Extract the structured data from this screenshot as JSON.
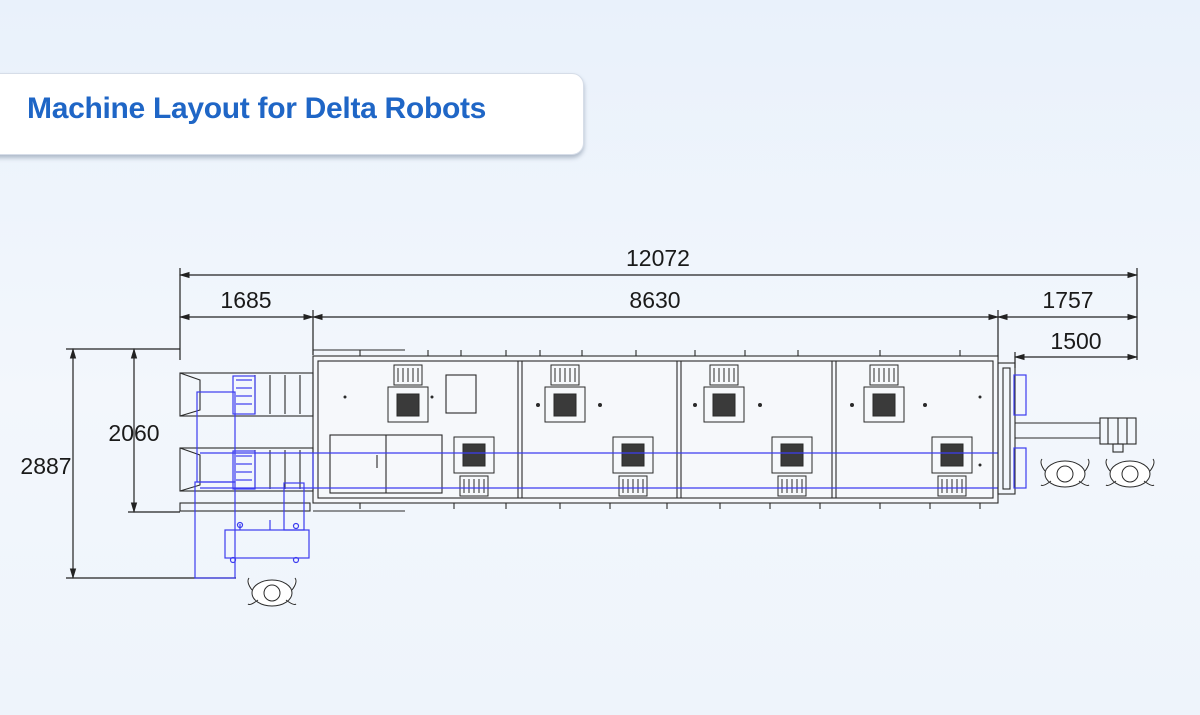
{
  "title": "Machine Layout for Delta Robots",
  "dimensions": {
    "overall_length": "12072",
    "infeed_length": "1685",
    "main_length": "8630",
    "outfeed_length": "1757",
    "outfeed_conveyor": "1500",
    "overall_width": "2887",
    "frame_width": "2060"
  },
  "colors": {
    "title": "#1f66c6",
    "line": "#2a2a2a",
    "conveyor": "#3c3cf0"
  }
}
